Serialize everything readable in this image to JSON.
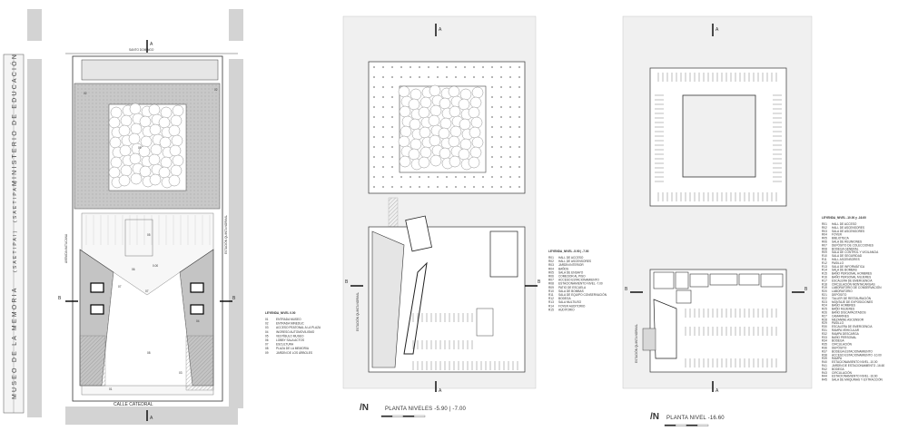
{
  "vertical_text": {
    "museum": "MUSEO DE LA MEMORIA",
    "ministry": "MINISTERIO DE EDUCACIÓN",
    "tag1": "(SAETIPAI)",
    "tag2": "(SAETIPAI)"
  },
  "streets": {
    "top": "SANTO DOMINGO",
    "bottom": "CALLE CATEDRAL",
    "left_side": "AVENIDA MATUCANA",
    "right_side": "ESTACIÓN QUINTA NORMAL"
  },
  "section_marks": {
    "a": "A",
    "b": "B"
  },
  "plan1": {
    "level_note": "0.00",
    "room_numbers": [
      "01",
      "02",
      "03",
      "04",
      "05",
      "06",
      "07",
      "08",
      "09"
    ],
    "legend_title": "LEYENDA_NIVEL 0.00",
    "legend": [
      [
        "01",
        "ENTRADA MUSEO"
      ],
      [
        "02",
        "ENTRADA MINEDUC"
      ],
      [
        "03",
        "ACCESO PEATONAL A LA PLAZA"
      ],
      [
        "04",
        "INGRESO AUTOMOVILISMO"
      ],
      [
        "05",
        "VESTÍBULO MUSEO"
      ],
      [
        "06",
        "LOBBY SALA ACTOS"
      ],
      [
        "07",
        "ESCULTURA"
      ],
      [
        "08",
        "PLAZA DE LA MEMORIA"
      ],
      [
        "09",
        "JARDÍN DE LOS ÁRBOLES"
      ]
    ]
  },
  "plan2": {
    "title": "PLANTA NIVELES -5.90 | -7.00",
    "legend_title": "LEYENDA_NIVEL -5.90 | -7.00",
    "legend": [
      [
        "R01",
        "HALL DE ACCESO"
      ],
      [
        "R02",
        "HALL DE ASCENSORES"
      ],
      [
        "R03",
        "JARDÍN INTERIOR"
      ],
      [
        "R04",
        "BAÑOS"
      ],
      [
        "R05",
        "SALA DE ENSAYO"
      ],
      [
        "R06",
        "COMEDOR AL PISO"
      ],
      [
        "R07",
        "ACCESO ESTACIONAMIENTO"
      ],
      [
        "R08",
        "ESTACIONAMIENTO NIVEL -7.00"
      ],
      [
        "R09",
        "PATIO DE ESCUELA"
      ],
      [
        "R10",
        "SALA DE BOMBAS"
      ],
      [
        "R11",
        "SALA DE EQUIPO CONSERVACIÓN"
      ],
      [
        "R12",
        "BODEGA"
      ],
      [
        "R13",
        "SALA MULTIUSO"
      ],
      [
        "R14",
        "FOYER AUDITORIO"
      ],
      [
        "R15",
        "AUDITORIO"
      ]
    ]
  },
  "plan3": {
    "title": "PLANTA NIVEL -16.60",
    "legend_title": "LEYENDA_NIVEL -10.00 y -16.60",
    "legend": [
      [
        "R01",
        "HALL DE ACCESO"
      ],
      [
        "R02",
        "HALL DE ASCENSORES"
      ],
      [
        "R03",
        "SALA DE ASCENSORES"
      ],
      [
        "R04",
        "FOYER"
      ],
      [
        "R05",
        "BIBLIOTECA"
      ],
      [
        "R06",
        "SALA DE REUNIONES"
      ],
      [
        "R07",
        "DEPÓSITO DE COLECCIONES"
      ],
      [
        "R08",
        "BODEGA GENERAL"
      ],
      [
        "R09",
        "SALA DE CONTROL Y VIGILANCIA"
      ],
      [
        "R10",
        "SALA DE SEGURIDAD"
      ],
      [
        "R11",
        "HALL ASCENSORES"
      ],
      [
        "R12",
        "PASILLO"
      ],
      [
        "R13",
        "SALA DE INFORMÁTICA"
      ],
      [
        "R14",
        "SALA DE BOMBAS"
      ],
      [
        "R15",
        "BAÑO PERSONAL HOMBRES"
      ],
      [
        "R16",
        "BAÑO PERSONAL MUJERES"
      ],
      [
        "R17",
        "ESCALERA DE EMERGENCIA"
      ],
      [
        "R18",
        "CIRCULACIÓN MONTACARGAS"
      ],
      [
        "R19",
        "LABORATORIO DE CONSERVACIÓN"
      ],
      [
        "R20",
        "LABORATORIO"
      ],
      [
        "R21",
        "DEPÓSITO"
      ],
      [
        "R22",
        "TALLER DE RESTAURACIÓN"
      ],
      [
        "R23",
        "MONTAJE DE EXPOSICIONES"
      ],
      [
        "R24",
        "BAÑO HOMBRES"
      ],
      [
        "R25",
        "BAÑO MUJERES"
      ],
      [
        "R26",
        "BAÑO DISCAPACITADOS"
      ],
      [
        "R27",
        "CAMARINES"
      ],
      [
        "R28",
        "MEZANINE ASCENSOR"
      ],
      [
        "R29",
        "PASILLO"
      ],
      [
        "R30",
        "ESCALERA DE EMERGENCIA"
      ],
      [
        "R31",
        "RAMPA VEHICULAR"
      ],
      [
        "R32",
        "RAMPA DESCARGA"
      ],
      [
        "R33",
        "BAÑO PERSONAL"
      ],
      [
        "R34",
        "BODEGA"
      ],
      [
        "R35",
        "CIRCULACIÓN"
      ],
      [
        "R36",
        "DEPÓSITO"
      ],
      [
        "R37",
        "BODEGA ESTACIONAMIENTO"
      ],
      [
        "R38",
        "ACCESO ESTACIONAMIENTO -10.00"
      ],
      [
        "R39",
        "RAMPA"
      ],
      [
        "R40",
        "ESTACIONAMIENTO NIVEL -10.00"
      ],
      [
        "R41",
        "JARDÍN DE ESTACIONAMIENTO -16.60"
      ],
      [
        "R42",
        "BODEGA"
      ],
      [
        "R43",
        "CIRCULACIÓN"
      ],
      [
        "R44",
        "ESTACIONAMIENTO NIVEL -16.60"
      ],
      [
        "R45",
        "SALA DE MÁQUINAS Y EXTRACCIÓN"
      ]
    ]
  }
}
